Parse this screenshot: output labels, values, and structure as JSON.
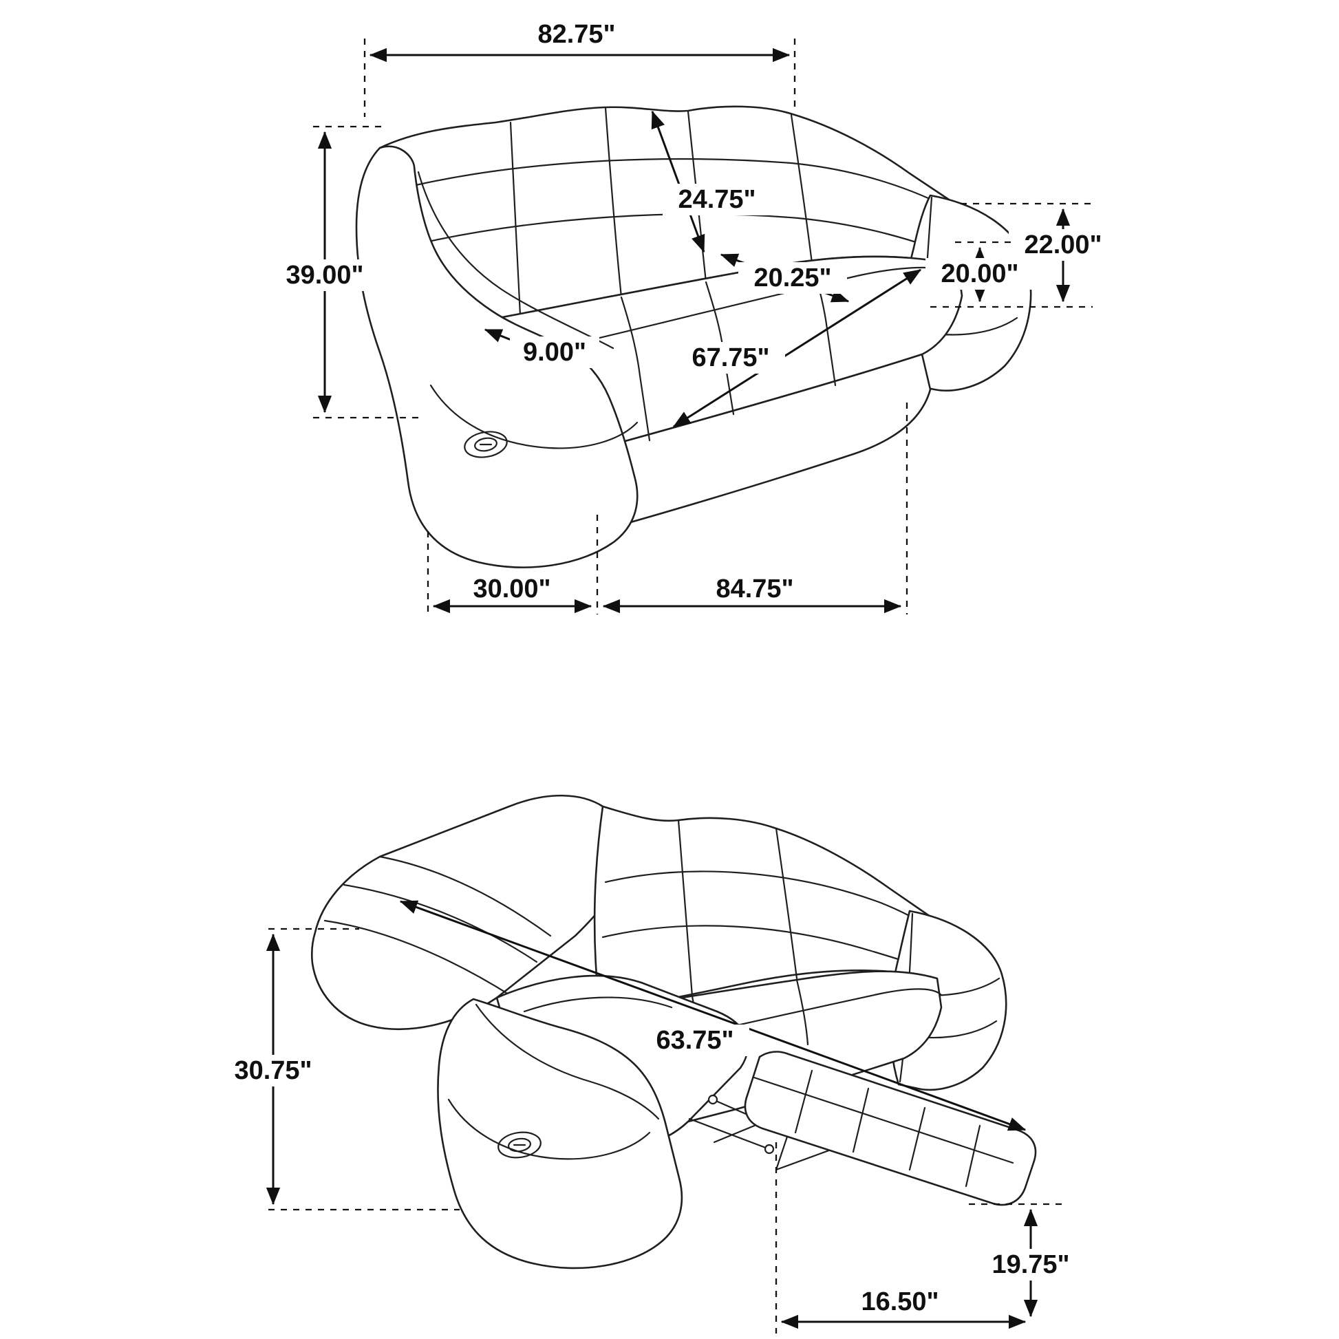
{
  "colors": {
    "line": "#1f1f1f",
    "background": "#ffffff"
  },
  "dims": {
    "upright": {
      "back_width": "82.75\"",
      "back_cushion": "24.75\"",
      "overall_height": "39.00\"",
      "arm_height": "22.00\"",
      "seat_height": "20.00\"",
      "seat_depth": "20.25\"",
      "arm_width": "9.00\"",
      "seat_width": "67.75\"",
      "base_depth": "30.00\"",
      "overall_width": "84.75\""
    },
    "reclined": {
      "back_height": "30.75\"",
      "overall_length": "63.75\"",
      "footrest_height": "19.75\"",
      "footrest_clearance": "16.50\""
    }
  }
}
